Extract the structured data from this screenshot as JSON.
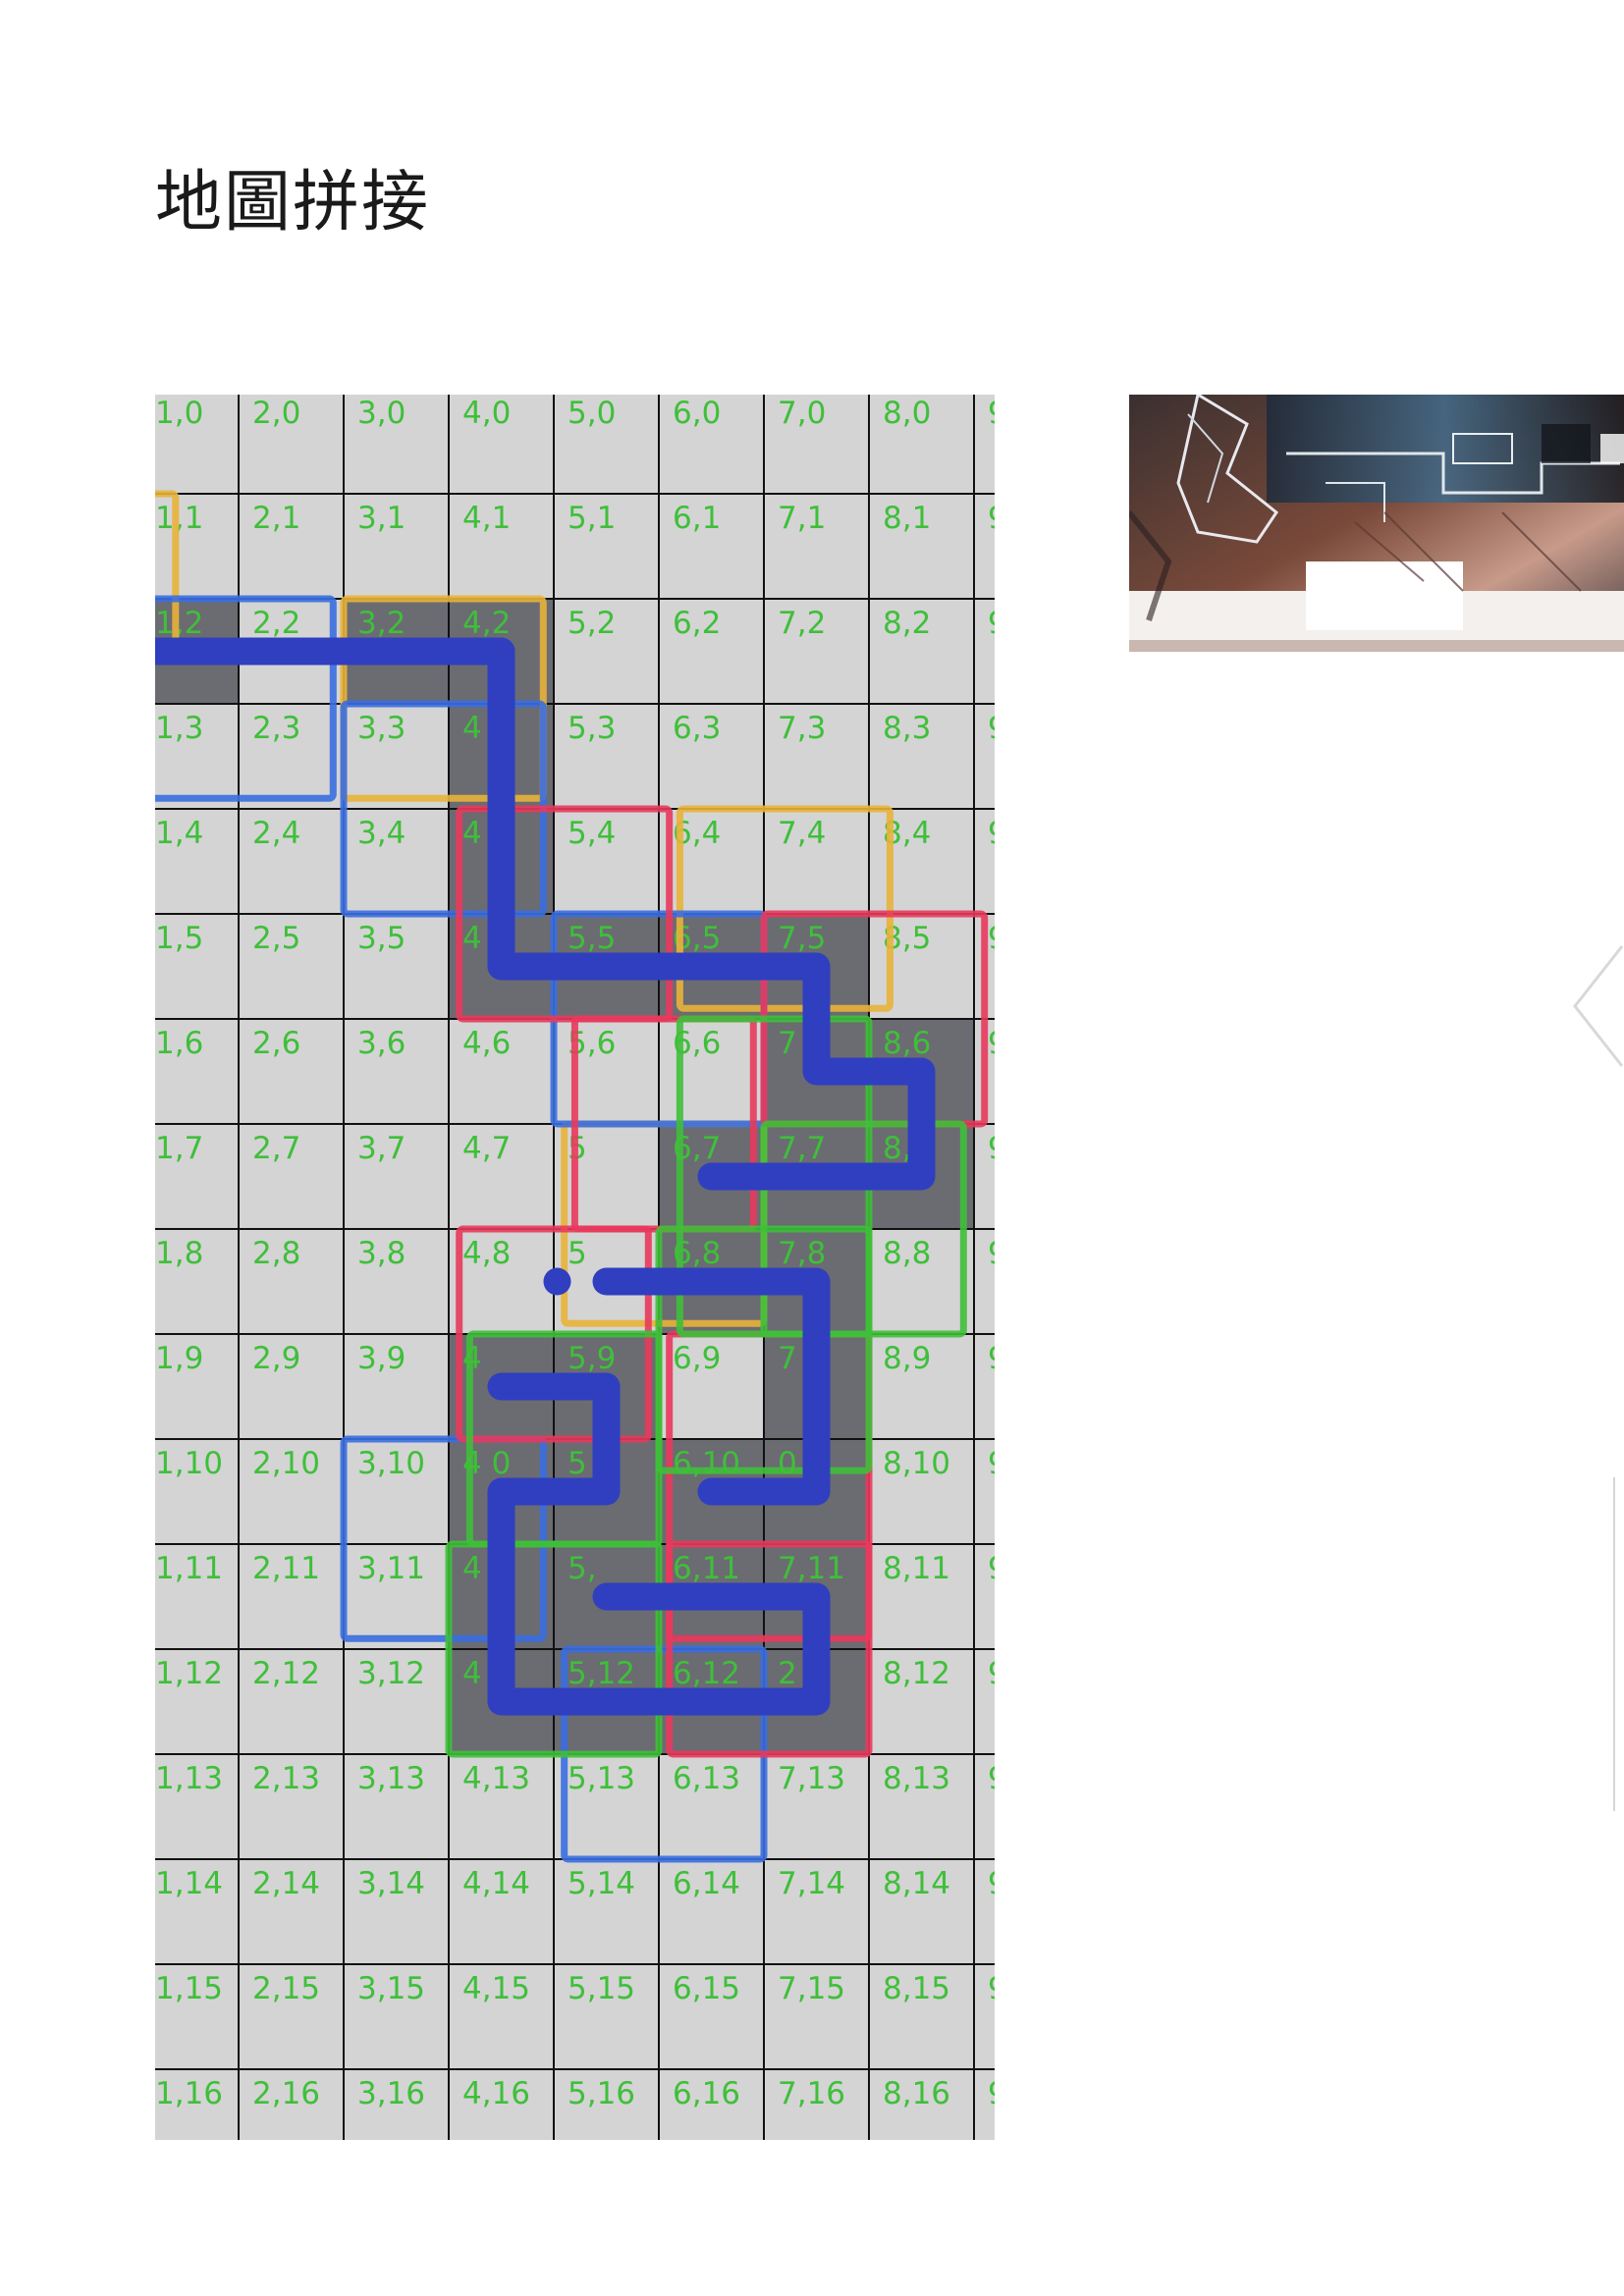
{
  "page": {
    "title": "地圖拼接"
  },
  "grid": {
    "first_col": 1,
    "last_col": 9,
    "first_row": 0,
    "last_row": 16,
    "label_first_col_partial": "1",
    "colors": {
      "background": "#d4d4d4",
      "lines": "#111111",
      "label": "#3fbf3a",
      "filled_cell": "#6b6b72",
      "path": "#2f3fbf"
    },
    "filled_cells": [
      [
        1,
        2
      ],
      [
        3,
        2
      ],
      [
        4,
        2
      ],
      [
        4,
        3
      ],
      [
        4,
        4
      ],
      [
        4,
        5
      ],
      [
        5,
        5
      ],
      [
        6,
        5
      ],
      [
        7,
        5
      ],
      [
        7,
        6
      ],
      [
        8,
        6
      ],
      [
        8,
        7
      ],
      [
        7,
        7
      ],
      [
        6,
        8
      ],
      [
        7,
        8
      ],
      [
        6,
        7
      ],
      [
        4,
        9
      ],
      [
        5,
        9
      ],
      [
        5,
        10
      ],
      [
        4,
        10
      ],
      [
        4,
        11
      ],
      [
        4,
        12
      ],
      [
        5,
        11
      ],
      [
        5,
        12
      ],
      [
        6,
        11
      ],
      [
        7,
        11
      ],
      [
        6,
        12
      ],
      [
        7,
        12
      ],
      [
        6,
        10
      ],
      [
        7,
        10
      ],
      [
        7,
        9
      ]
    ],
    "hidden_label_cells": [
      [
        4,
        3
      ],
      [
        4,
        4
      ],
      [
        4,
        5
      ],
      [
        7,
        6
      ],
      [
        5,
        7
      ],
      [
        5,
        8
      ],
      [
        4,
        9
      ],
      [
        7,
        9
      ],
      [
        4,
        10
      ],
      [
        5,
        10
      ],
      [
        7,
        10
      ],
      [
        4,
        11
      ],
      [
        5,
        11
      ],
      [
        4,
        12
      ],
      [
        7,
        12
      ]
    ],
    "partial_labels": {
      "4,3": "4",
      "4,4": "4",
      "4,5": "4",
      "7,6": "7",
      "5,7": "5",
      "5,8": "5",
      "4,9": "4",
      "7,9": "7",
      "4,10": "4  0",
      "5,10": "5",
      "7,10": "0",
      "4,11": "4",
      "5,11": "5,",
      "4,12": "4",
      "7,12": "2"
    },
    "path_polylines": [
      [
        [
          0,
          2
        ],
        [
          4,
          2
        ],
        [
          4,
          5
        ],
        [
          7,
          5
        ],
        [
          7,
          6
        ],
        [
          8,
          6
        ],
        [
          8,
          7
        ],
        [
          6,
          7
        ]
      ],
      [
        [
          5,
          8
        ],
        [
          7,
          8
        ],
        [
          7,
          10
        ],
        [
          6,
          10
        ]
      ],
      [
        [
          4,
          9
        ],
        [
          5,
          9
        ],
        [
          5,
          10
        ],
        [
          4,
          10
        ],
        [
          4,
          12
        ],
        [
          6,
          12
        ]
      ],
      [
        [
          5,
          11
        ],
        [
          7,
          11
        ],
        [
          7,
          12
        ],
        [
          6,
          12
        ]
      ]
    ],
    "path_start_dot": [
      5,
      8
    ],
    "highlight_boxes": [
      {
        "color": "#e8b33a",
        "cells": [
          0.4,
          1,
          1.4,
          2.5
        ]
      },
      {
        "color": "#e8b33a",
        "cells": [
          3,
          2,
          4.9,
          3.9
        ]
      },
      {
        "color": "#e8b33a",
        "cells": [
          6.2,
          4,
          8.2,
          5.9
        ]
      },
      {
        "color": "#e8b33a",
        "cells": [
          5.1,
          7,
          7,
          8.9
        ]
      },
      {
        "color": "#3a6ee0",
        "cells": [
          0.5,
          2,
          2.9,
          3.9
        ]
      },
      {
        "color": "#3a6ee0",
        "cells": [
          3,
          3,
          4.9,
          5
        ]
      },
      {
        "color": "#3a6ee0",
        "cells": [
          5,
          5,
          7,
          7
        ]
      },
      {
        "color": "#3a6ee0",
        "cells": [
          3,
          10,
          4.9,
          11.9
        ]
      },
      {
        "color": "#3a6ee0",
        "cells": [
          5.1,
          12,
          7,
          14
        ]
      },
      {
        "color": "#e83a5c",
        "cells": [
          4.1,
          4,
          6.1,
          6
        ]
      },
      {
        "color": "#e83a5c",
        "cells": [
          7,
          5,
          9.1,
          7
        ]
      },
      {
        "color": "#e83a5c",
        "cells": [
          5.2,
          6,
          6.9,
          8
        ]
      },
      {
        "color": "#e83a5c",
        "cells": [
          4.1,
          8,
          5.9,
          10
        ]
      },
      {
        "color": "#e83a5c",
        "cells": [
          6.1,
          9,
          8,
          11.9
        ]
      },
      {
        "color": "#e83a5c",
        "cells": [
          6.1,
          11,
          8,
          13
        ]
      },
      {
        "color": "#3fbf3a",
        "cells": [
          6.2,
          6,
          8,
          9
        ]
      },
      {
        "color": "#3fbf3a",
        "cells": [
          7,
          7,
          8.9,
          9
        ]
      },
      {
        "color": "#3fbf3a",
        "cells": [
          6,
          8,
          8,
          10.3
        ]
      },
      {
        "color": "#3fbf3a",
        "cells": [
          4.2,
          9,
          6,
          11
        ]
      },
      {
        "color": "#3fbf3a",
        "cells": [
          4,
          11,
          6,
          13
        ]
      }
    ]
  },
  "thumbnail": {
    "alt": "map preview"
  }
}
